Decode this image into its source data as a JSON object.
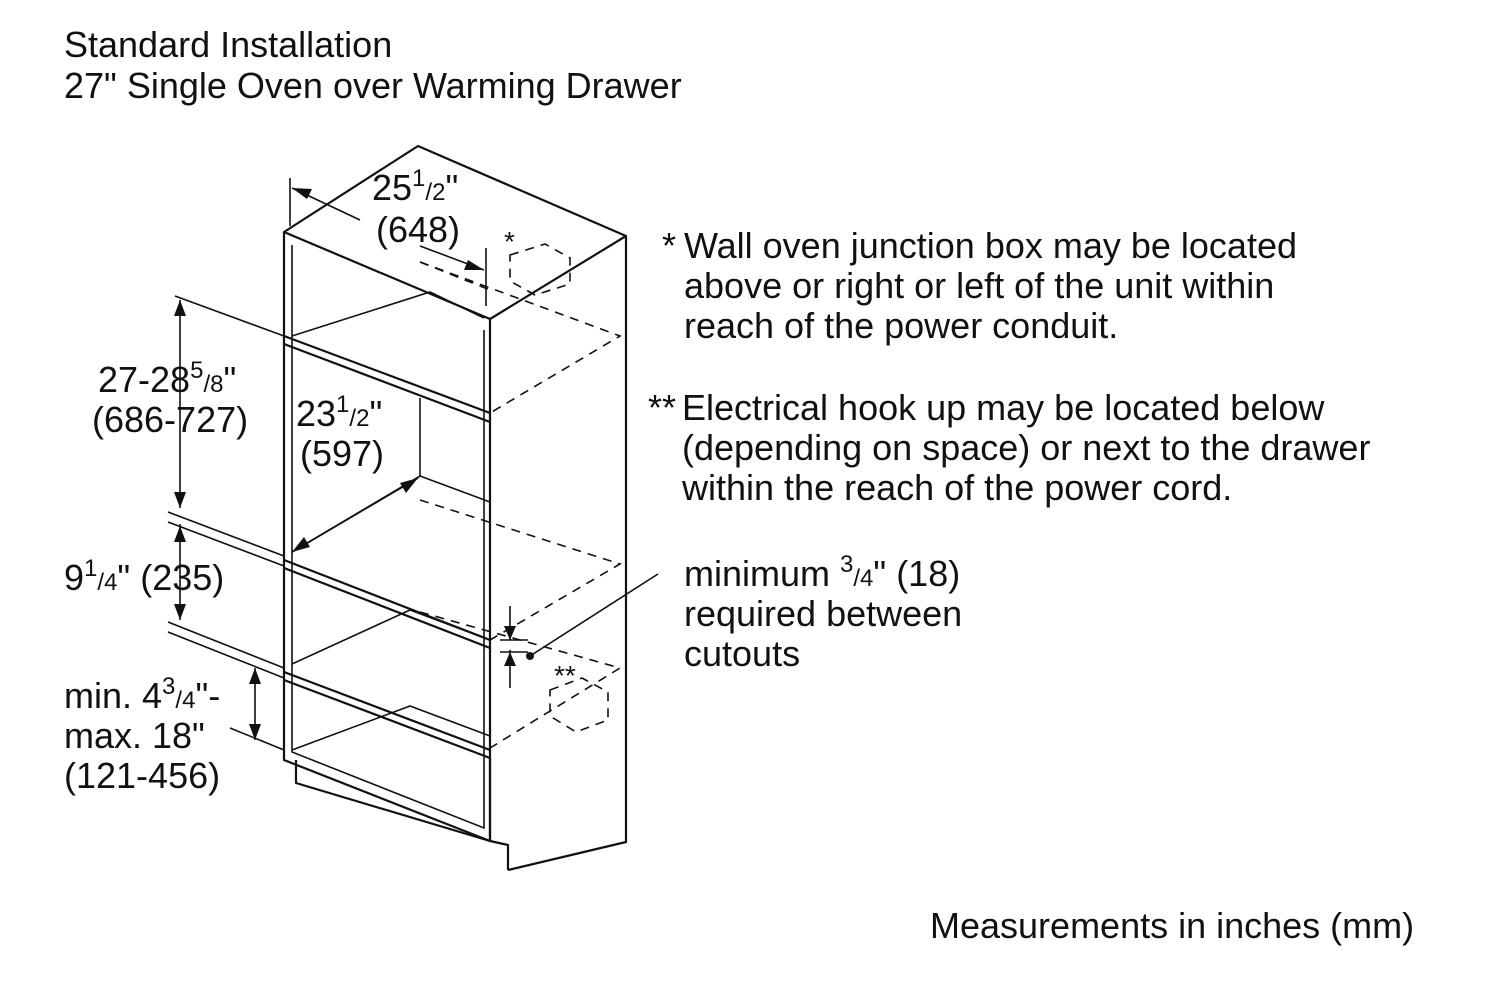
{
  "header": {
    "title": "Standard Installation",
    "subtitle": "27\" Single Oven over Warming Drawer"
  },
  "dimensions": {
    "width_whole": "25",
    "width_num": "1",
    "width_den": "2",
    "width_unit": "\"",
    "width_mm": "(648)",
    "depth_whole": "23",
    "depth_num": "1",
    "depth_den": "2",
    "depth_unit": "\"",
    "depth_mm": "(597)",
    "oven_height_prefix": "27-28",
    "oven_height_num": "5",
    "oven_height_den": "8",
    "oven_height_unit": "\"",
    "oven_height_mm": "(686-727)",
    "drawer_height_whole": "9",
    "drawer_height_num": "1",
    "drawer_height_den": "4",
    "drawer_height_rest": "\" (235)",
    "base_line1_prefix": "min. 4",
    "base_line1_num": "3",
    "base_line1_den": "4",
    "base_line1_suffix": "\"-",
    "base_line2": "max. 18\"",
    "base_line3": "(121-456)"
  },
  "markers": {
    "single": "*",
    "double": "**"
  },
  "notes": {
    "junction_marker": "*",
    "junction_lines": [
      "Wall oven junction box may be located",
      "above or right or left of the unit within",
      "reach of the power conduit."
    ],
    "electrical_marker": "**",
    "electrical_lines": [
      "Electrical hook up may be located below",
      "(depending on space) or next to the drawer",
      "within the reach of the power cord."
    ],
    "cutout_line1_prefix": "minimum ",
    "cutout_line1_num": "3",
    "cutout_line1_den": "4",
    "cutout_line1_suffix": "\" (18)",
    "cutout_line2": "required between",
    "cutout_line3": "cutouts"
  },
  "footer": {
    "units_note": "Measurements in inches (mm)"
  }
}
